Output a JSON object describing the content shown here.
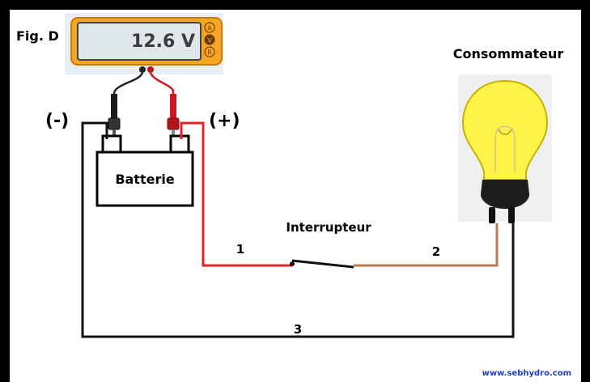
{
  "figure_label": "Fig. D",
  "meter": {
    "reading": "12.6 V",
    "modes": [
      "A",
      "V",
      "R"
    ]
  },
  "battery": {
    "label": "Batterie",
    "neg_label": "(-)",
    "pos_label": "(+)"
  },
  "consumer": {
    "label": "Consommateur"
  },
  "switch": {
    "label": "Interrupteur"
  },
  "wires": [
    {
      "number": "1",
      "color": "#e8202a"
    },
    {
      "number": "2",
      "color": "#b87b52"
    },
    {
      "number": "3",
      "color": "#111111"
    }
  ],
  "credit": "www.sebhydro.com",
  "colors": {
    "frame": "#000000",
    "background": "#ffffff",
    "meter_body": "#f5a623",
    "bulb": "#fff34a",
    "credit": "#1c3cc8"
  }
}
